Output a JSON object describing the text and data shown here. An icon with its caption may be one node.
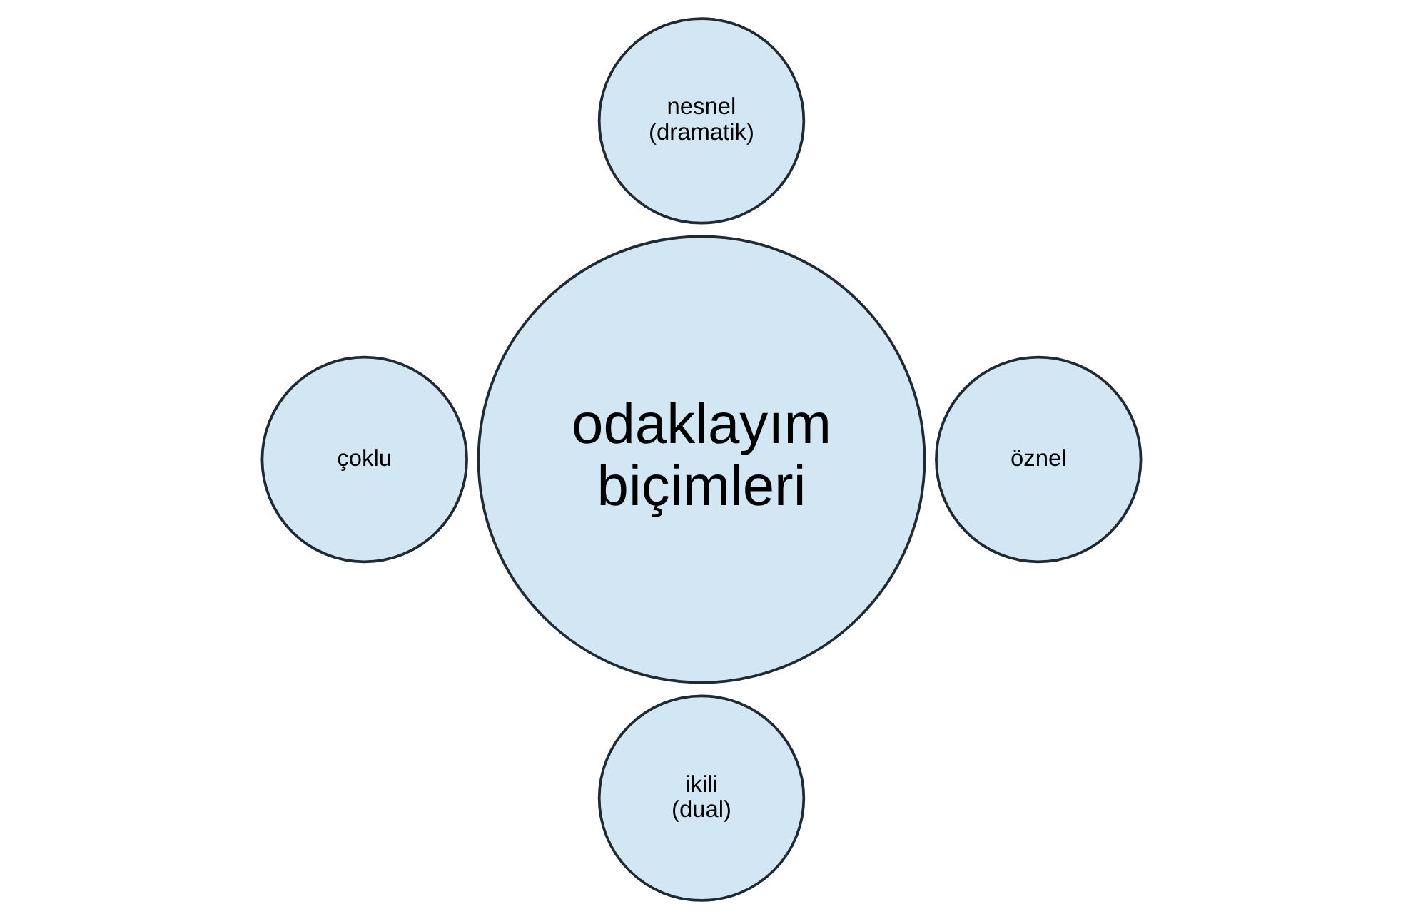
{
  "diagram": {
    "nodes": [
      {
        "text": [
          "nesnel (dramatik)"
        ]
      },
      {
        "text": [
          "çoklu"
        ]
      },
      {
        "text": [
          "odaklayım biçimleri"
        ]
      },
      {
        "text": [
          "öznel"
        ]
      },
      {
        "text": [
          "ikili (dual)"
        ]
      }
    ]
  }
}
